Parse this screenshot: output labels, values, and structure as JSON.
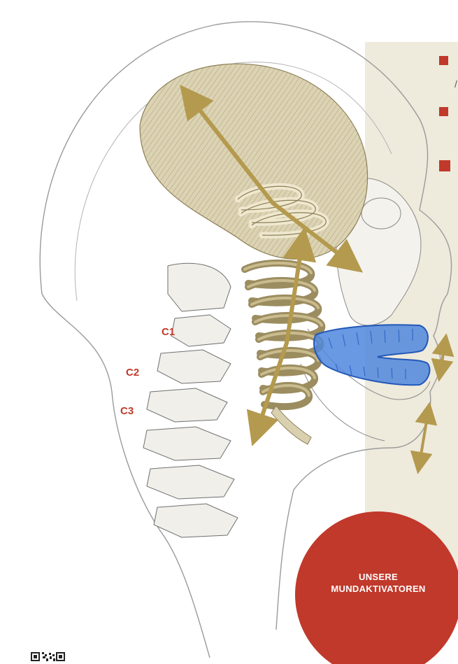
{
  "labels": {
    "c1": "C1",
    "c2": "C2",
    "c3": "C3"
  },
  "cta": {
    "line1": "UNSERE",
    "line2": "MUNDAKTIVATOREN"
  },
  "bullets": [
    {
      "text": ""
    },
    {
      "text": ""
    },
    {
      "text": ""
    }
  ],
  "bullet_stub": "/",
  "colors": {
    "accent_red": "#c0392b",
    "panel_beige": "#eeeadc",
    "arrow_gold": "#b49a4e",
    "muscle_beige": "#d9d0b0",
    "splint_blue": "#3b78d6",
    "sketch_line": "#8a8a8a"
  },
  "icons": {
    "qr": "qr-code-icon"
  }
}
